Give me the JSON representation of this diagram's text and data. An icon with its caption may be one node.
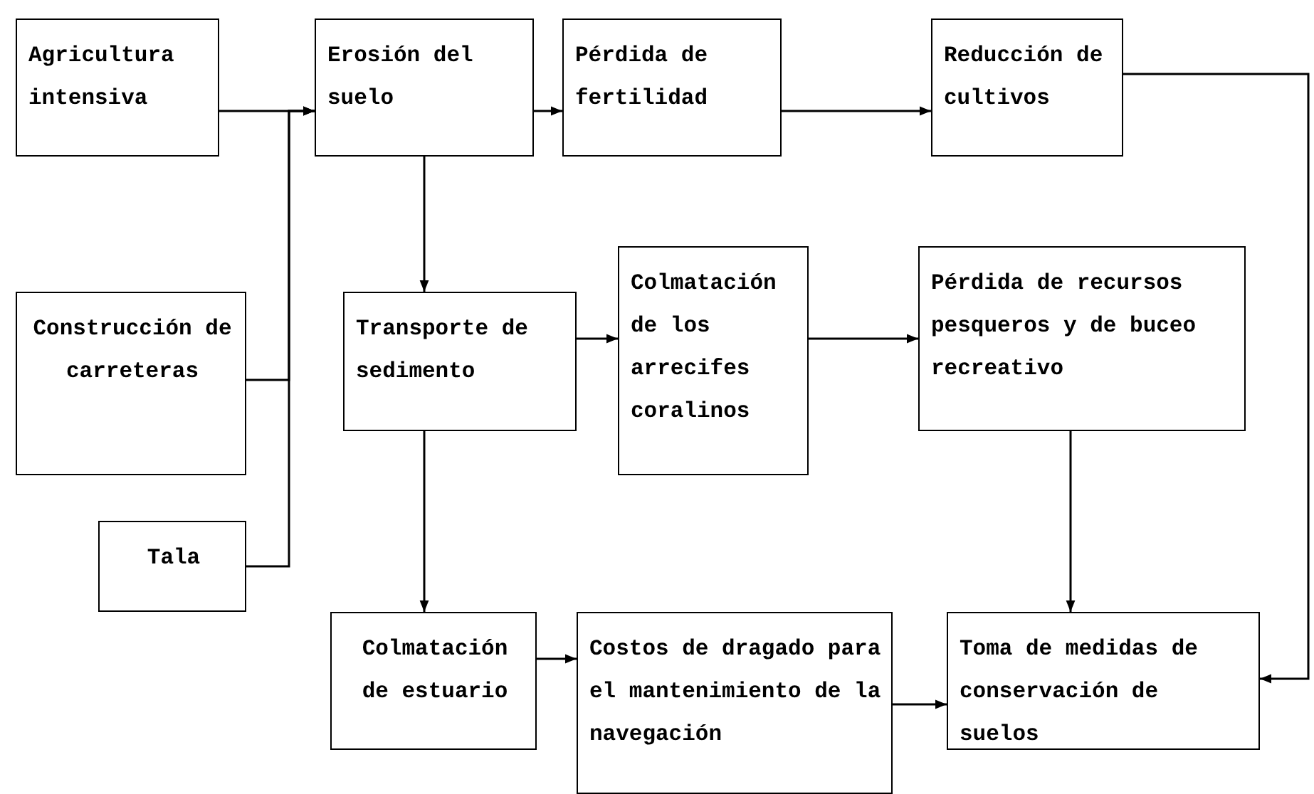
{
  "diagram": {
    "nodes": [
      {
        "text": [
          "Agricultura intensiva"
        ]
      },
      {
        "text": [
          "Erosión del suelo"
        ]
      },
      {
        "text": [
          "Pérdida de fertilidad"
        ]
      },
      {
        "text": [
          "Reducción de cultivos"
        ]
      },
      {
        "text": [
          "Construcción de carreteras"
        ]
      },
      {
        "text": [
          "Tala"
        ]
      },
      {
        "text": [
          "Transporte de sedimento"
        ]
      },
      {
        "text": [
          "Colmatación de los arrecifes coralinos"
        ]
      },
      {
        "text": [
          "Pérdida de recursos pesqueros y de buceo recreativo"
        ]
      },
      {
        "text": [
          "Colmatación de estuario"
        ]
      },
      {
        "text": [
          "Costos de dragado para el mantenimiento de la navegación"
        ]
      },
      {
        "text": [
          "Toma de medidas de conservación de suelos"
        ]
      }
    ],
    "edges": [
      {
        "from": 0,
        "to": 1,
        "arrow": "to"
      },
      {
        "from": 4,
        "to": 1,
        "arrow": "to"
      },
      {
        "from": 5,
        "to": 1,
        "arrow": "to"
      },
      {
        "from": 1,
        "to": 2,
        "arrow": "to"
      },
      {
        "from": 2,
        "to": 3,
        "arrow": "to"
      },
      {
        "from": 1,
        "to": 6,
        "arrow": "to"
      },
      {
        "from": 6,
        "to": 7,
        "arrow": "to"
      },
      {
        "from": 7,
        "to": 8,
        "arrow": "to"
      },
      {
        "from": 6,
        "to": 9,
        "arrow": "to"
      },
      {
        "from": 9,
        "to": 10,
        "arrow": "to"
      },
      {
        "from": 10,
        "to": 11,
        "arrow": "to"
      },
      {
        "from": 8,
        "to": 11,
        "arrow": "to"
      },
      {
        "from": 3,
        "to": 11,
        "arrow": "to"
      }
    ]
  }
}
